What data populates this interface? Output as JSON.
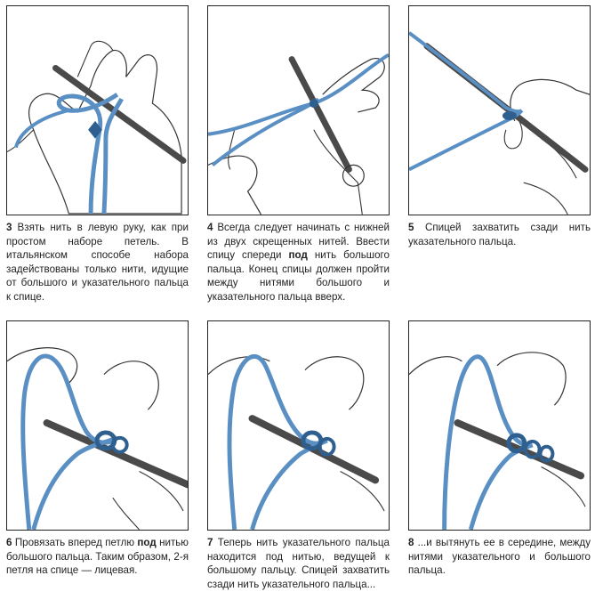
{
  "panels": [
    {
      "num": "3",
      "caption": "Взять нить в левую руку, как при простом наборе петель. В итальянском способе набора задействованы только нити, идущие от большого и указательного пальца к спице."
    },
    {
      "num": "4",
      "caption_pre": "Всегда следует начинать с нижней из двух скрещенных нитей. Ввести спицу спереди",
      "caption_bold": "под",
      "caption_post": "нить большого пальца. Конец спицы должен пройти между нитями большого и указательного пальца вверх."
    },
    {
      "num": "5",
      "caption": "Спицей захватить сзади нить указательного пальца."
    },
    {
      "num": "6",
      "caption_pre": "Провязать вперед петлю",
      "caption_bold": "под",
      "caption_post": "нитью большого пальца. Таким образом, 2-я петля на спице — лицевая."
    },
    {
      "num": "7",
      "caption": "Теперь нить указательного пальца находится под нитью, ведущей к большому пальцу. Спицей захватить сзади нить указательного пальца..."
    },
    {
      "num": "8",
      "caption": "...и вытянуть ее в середине, между нитями указательного и большого пальца."
    }
  ],
  "colors": {
    "yarn": "#5a8fc4",
    "yarn_dark": "#2f5f8f",
    "needle": "#4a4a4a",
    "hand_line": "#333333"
  }
}
